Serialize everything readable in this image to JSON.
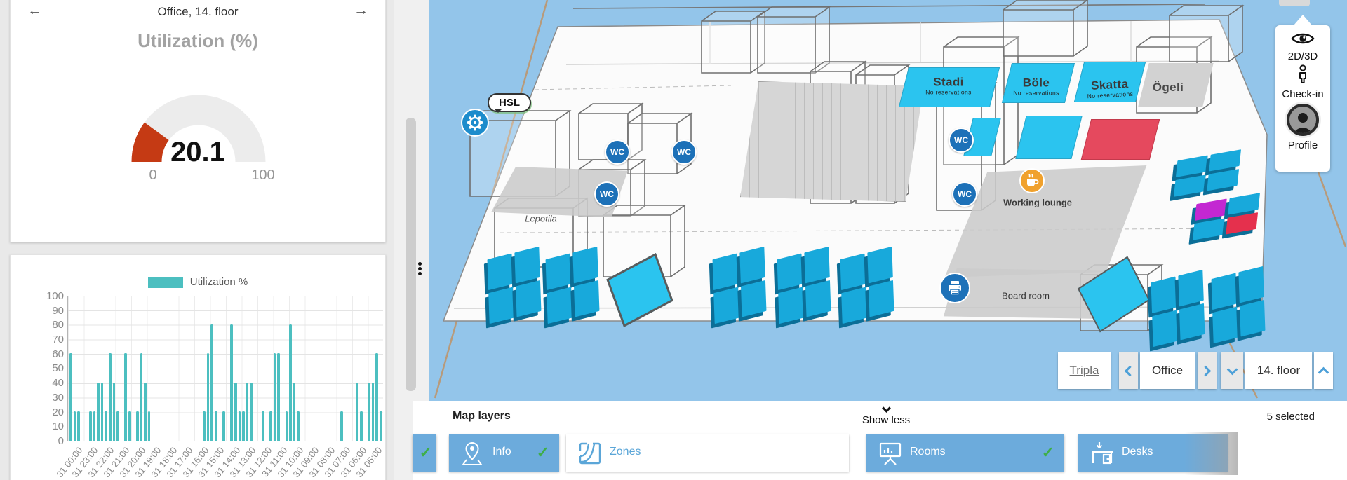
{
  "left_panel": {
    "nav": {
      "title": "Office, 14. floor",
      "back": "←",
      "forward": "→"
    },
    "gauge": {
      "title": "Utilization (%)",
      "value": "20.1",
      "min": "0",
      "max": "100",
      "color": "#c53a14",
      "track": "#ececec"
    }
  },
  "chart_data": {
    "type": "bar",
    "legend": "Utilization %",
    "title": "",
    "xlabel": "",
    "ylabel": "",
    "ylim": [
      0,
      100
    ],
    "ytick_step": 10,
    "bar_color": "#4cbfc0",
    "grid": true,
    "categories": [
      "31 00:00",
      "31 23:00",
      "31 22:00",
      "31 21:00",
      "31 20:00",
      "31 19:00",
      "31 18:00",
      "31 17:00",
      "31 16:00",
      "31 15:00",
      "31 14:00",
      "31 13:00",
      "31 12:00",
      "31 11:00",
      "31 10:00",
      "31 09:00",
      "31 08:00",
      "31 07:00",
      "31 06:00",
      "31 05:00"
    ],
    "values": [
      60,
      20,
      20,
      0,
      0,
      20,
      20,
      40,
      40,
      20,
      60,
      40,
      20,
      0,
      60,
      20,
      0,
      20,
      60,
      40,
      20,
      0,
      0,
      0,
      0,
      0,
      0,
      0,
      0,
      0,
      0,
      0,
      0,
      0,
      20,
      60,
      80,
      20,
      0,
      20,
      0,
      80,
      40,
      20,
      20,
      40,
      40,
      0,
      0,
      20,
      0,
      20,
      60,
      60,
      0,
      20,
      80,
      40,
      20,
      0,
      0,
      0,
      0,
      0,
      0,
      0,
      0,
      0,
      0,
      20,
      0,
      0,
      0,
      40,
      20,
      0,
      40,
      40,
      60,
      20
    ]
  },
  "map": {
    "rooms": [
      {
        "label": "Stadi",
        "sub": "No reservations"
      },
      {
        "label": "Böle",
        "sub": "No reservations"
      },
      {
        "label": "Skatta",
        "sub": "No reservations"
      },
      {
        "label": "Ögeli"
      },
      {
        "label": "Lepotila"
      },
      {
        "label": "Working lounge"
      },
      {
        "label": "Board room"
      }
    ],
    "badges": {
      "wc": "WC",
      "transit": "HSL"
    },
    "colors": {
      "water": "#93c5ea",
      "room_free": "#2bc4ef",
      "room_reserved": "#e5495e",
      "desk_free": "#18a9db",
      "desk_reserved": "#e5304d",
      "desk_special": "#c327d2",
      "badge_blue": "#1d71b8",
      "coffee_orange": "#f0a12d"
    }
  },
  "view_controls": {
    "view_toggle": "2D/3D",
    "checkin": "Check-in",
    "profile": "Profile"
  },
  "floor_nav": {
    "campus": "Tripla",
    "building": "Office",
    "floor": "14. floor"
  },
  "layers": {
    "title": "Map layers",
    "show_less": "Show less",
    "selected": "5 selected",
    "cards": [
      {
        "label": "Info",
        "selected": true
      },
      {
        "label": "Zones",
        "selected": false
      },
      {
        "label": "Rooms",
        "selected": true
      },
      {
        "label": "Desks",
        "selected": true
      }
    ]
  },
  "icons": {
    "check": "✓"
  }
}
